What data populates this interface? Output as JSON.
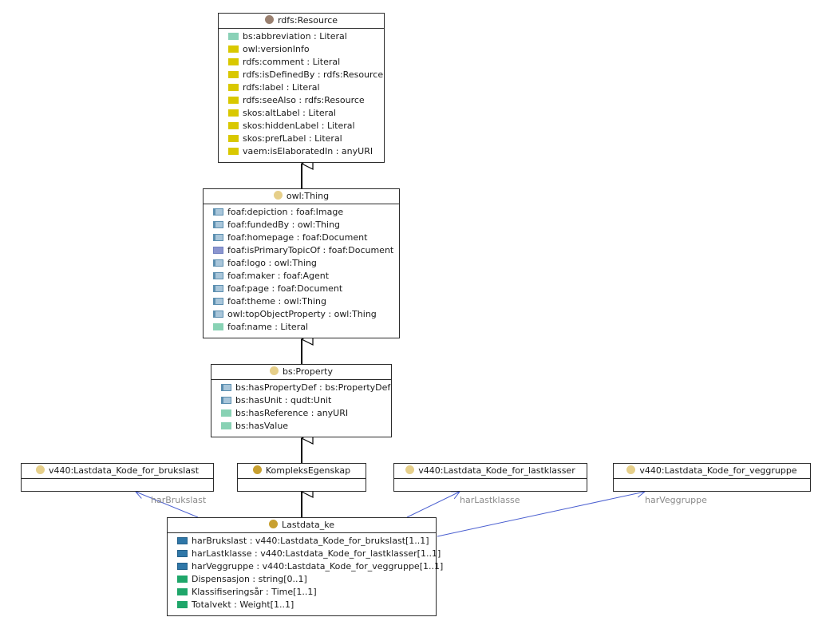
{
  "classes": {
    "resource": {
      "name": "rdfs:Resource",
      "attrs": [
        "bs:abbreviation : Literal",
        "owl:versionInfo",
        "rdfs:comment : Literal",
        "rdfs:isDefinedBy : rdfs:Resource",
        "rdfs:label : Literal",
        "rdfs:seeAlso : rdfs:Resource",
        "skos:altLabel : Literal",
        "skos:hiddenLabel : Literal",
        "skos:prefLabel : Literal",
        "vaem:isElaboratedIn : anyURI"
      ]
    },
    "thing": {
      "name": "owl:Thing",
      "attrs": [
        "foaf:depiction : foaf:Image",
        "foaf:fundedBy : owl:Thing",
        "foaf:homepage : foaf:Document",
        "foaf:isPrimaryTopicOf : foaf:Document",
        "foaf:logo : owl:Thing",
        "foaf:maker : foaf:Agent",
        "foaf:page : foaf:Document",
        "foaf:theme : owl:Thing",
        "owl:topObjectProperty : owl:Thing",
        "foaf:name : Literal"
      ]
    },
    "property": {
      "name": "bs:Property",
      "attrs": [
        "bs:hasPropertyDef : bs:PropertyDef",
        "bs:hasUnit : qudt:Unit",
        "bs:hasReference : anyURI",
        "bs:hasValue"
      ]
    },
    "brukslast": {
      "name": "v440:Lastdata_Kode_for_brukslast"
    },
    "kompleks": {
      "name": "KompleksEgenskap"
    },
    "lastklasser": {
      "name": "v440:Lastdata_Kode_for_lastklasser"
    },
    "veggruppe": {
      "name": "v440:Lastdata_Kode_for_veggruppe"
    },
    "lastdata": {
      "name": "Lastdata_ke",
      "attrs": [
        "harBrukslast : v440:Lastdata_Kode_for_brukslast[1..1]",
        "harLastklasse : v440:Lastdata_Kode_for_lastklasser[1..1]",
        "harVeggruppe : v440:Lastdata_Kode_for_veggruppe[1..1]",
        "Dispensasjon : string[0..1]",
        "Klassifiseringsår : Time[1..1]",
        "Totalvekt : Weight[1..1]"
      ]
    }
  },
  "associations": {
    "brukslast": "harBrukslast",
    "lastklasse": "harLastklasse",
    "veggruppe": "harVeggruppe"
  },
  "colors": {
    "resource_dot": "#9a8070",
    "class_dot": "#e6cf8a",
    "kompleks_dot": "#c8a030",
    "lastdata_dot": "#c8a030",
    "assoc_line": "#4a5fd0"
  }
}
